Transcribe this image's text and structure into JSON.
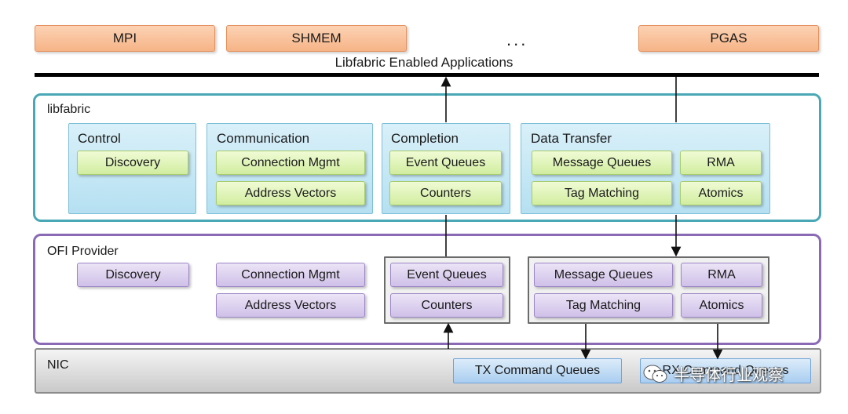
{
  "applications": {
    "items": [
      "MPI",
      "SHMEM",
      "PGAS"
    ],
    "ellipsis": "...",
    "caption": "Libfabric Enabled Applications"
  },
  "libfabric": {
    "title": "libfabric",
    "groups": {
      "control": {
        "title": "Control",
        "items": [
          "Discovery"
        ]
      },
      "communication": {
        "title": "Communication",
        "items": [
          "Connection Mgmt",
          "Address Vectors"
        ]
      },
      "completion": {
        "title": "Completion",
        "items": [
          "Event Queues",
          "Counters"
        ]
      },
      "data_transfer": {
        "title": "Data Transfer",
        "items": [
          "Message Queues",
          "RMA",
          "Tag Matching",
          "Atomics"
        ]
      }
    }
  },
  "provider": {
    "title": "OFI Provider",
    "items": {
      "discovery": "Discovery",
      "connection_mgmt": "Connection Mgmt",
      "address_vectors": "Address Vectors",
      "event_queues": "Event Queues",
      "counters": "Counters",
      "message_queues": "Message Queues",
      "rma": "RMA",
      "tag_matching": "Tag Matching",
      "atomics": "Atomics"
    }
  },
  "nic": {
    "title": "NIC",
    "tx_queues": "TX Command Queues",
    "rx_queues": "RX Command Queues"
  },
  "watermark": {
    "text": "半导体行业观察",
    "icon": "wechat-icon"
  },
  "colors": {
    "application_box": "#f6b487",
    "libfabric_border": "#4aa8b6",
    "libfabric_group": "#b5e0f1",
    "libfabric_item": "#d1eda0",
    "provider_border": "#8a6ab5",
    "provider_item": "#cfc0e8",
    "nic_queue": "#a9cdf0"
  }
}
